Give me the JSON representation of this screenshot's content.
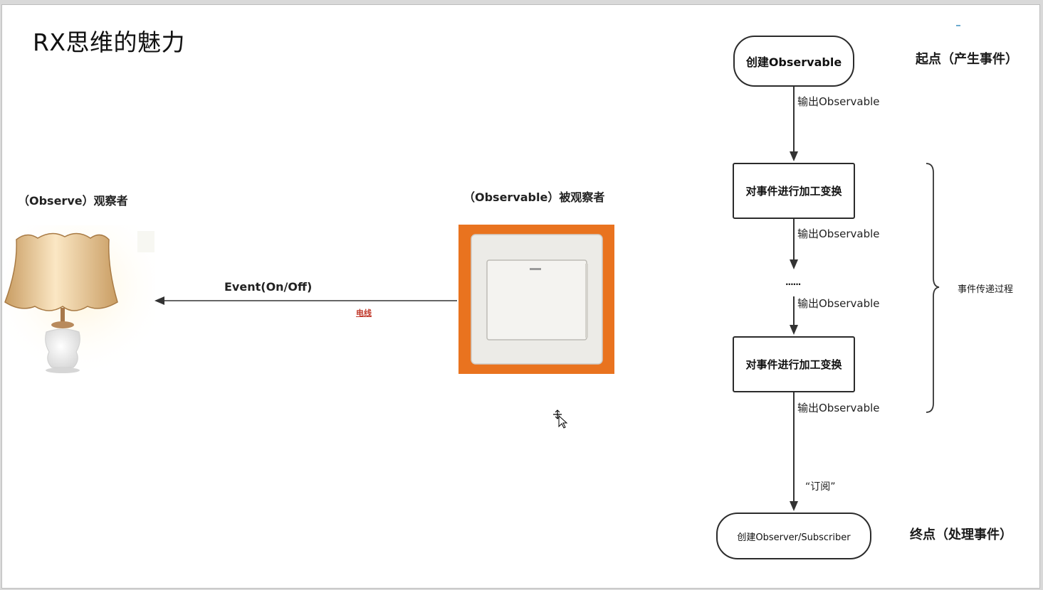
{
  "slide": {
    "title": "RX思维的魅力"
  },
  "left_diagram": {
    "observer_label": "（Observe）观察者",
    "observable_label": "（Observable）被观察者",
    "event_label": "Event(On/Off)",
    "wire_label": "电线"
  },
  "flow": {
    "start_box": "创建Observable",
    "transform_box_1": "对事件进行加工变换",
    "transform_box_2": "对事件进行加工变换",
    "end_box": "创建Observer/Subscriber",
    "output_labels": [
      "输出Observable",
      "输出Observable",
      "输出Observable",
      "输出Observable"
    ],
    "ellipsis": "......",
    "subscribe_label": "“订阅”",
    "start_side_label": "起点（产生事件）",
    "process_label": "事件传递过程",
    "end_side_label": "终点（处理事件）"
  },
  "colors": {
    "switch_background": "#e9731f",
    "switch_plate": "#ecebe7",
    "wire_label": "#c0392b",
    "lamp_shade": "#e7c08c"
  }
}
